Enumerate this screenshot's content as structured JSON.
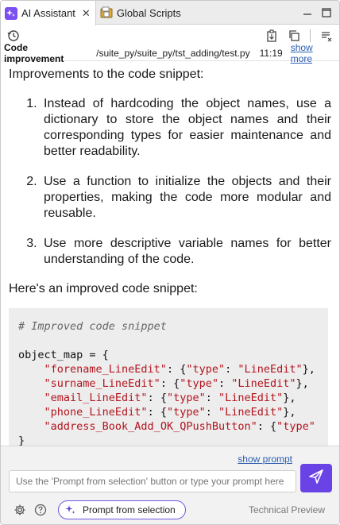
{
  "tabs": [
    {
      "label": "AI Assistant",
      "close": "✕",
      "active": true
    },
    {
      "label": "Global Scripts",
      "active": false
    }
  ],
  "context": {
    "title": "Code improvement",
    "path": "/suite_py/suite_py/tst_adding/test.py",
    "time": "11:19",
    "more_label": "show more"
  },
  "message": {
    "intro": "Improvements to the code snippet:",
    "items": [
      "Instead of hardcoding the object names, use a dictionary to store the object names and their corresponding types for easier maintenance and better readability.",
      "Use a function to initialize the objects and their properties, making the code more modular and reusable.",
      "Use more descriptive variable names for better understanding of the code."
    ],
    "improved_label": "Here's an improved code snippet:"
  },
  "code": {
    "comment": "# Improved code snippet",
    "assign": "object_map = {",
    "entries": [
      {
        "key": "\"forename_LineEdit\"",
        "type": "\"LineEdit\""
      },
      {
        "key": "\"surname_LineEdit\"",
        "type": "\"LineEdit\""
      },
      {
        "key": "\"email_LineEdit\"",
        "type": "\"LineEdit\""
      },
      {
        "key": "\"phone_LineEdit\"",
        "type": "\"LineEdit\""
      },
      {
        "key": "\"address_Book_Add_OK_QPushButton\"",
        "type": "\"type\""
      }
    ],
    "type_key": "\"type\"",
    "close": "}"
  },
  "prompt": {
    "show_prompt_label": "show prompt",
    "placeholder": "Use the 'Prompt from selection' button or type your prompt here",
    "prompt_from_selection_label": "Prompt from selection",
    "technical_preview": "Technical Preview"
  },
  "colors": {
    "accent": "#6a43e6",
    "link": "#2a5db0",
    "code_string": "#b3141e"
  }
}
